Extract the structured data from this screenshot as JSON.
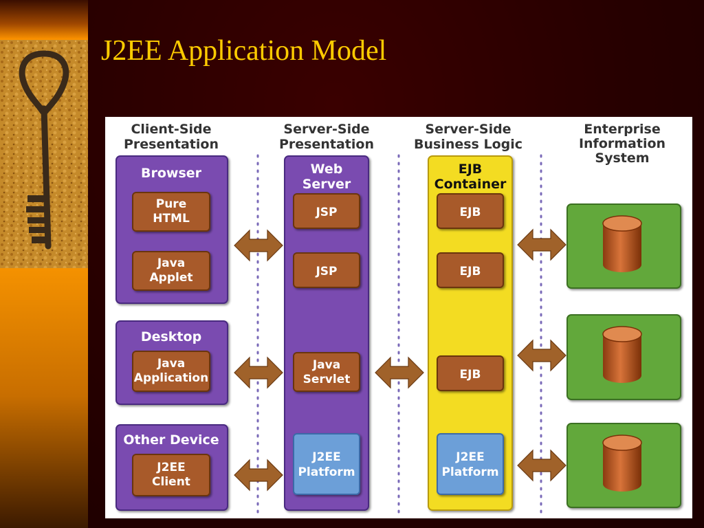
{
  "slide": {
    "title": "J2EE Application Model"
  },
  "diagram": {
    "headers": {
      "client": [
        "Client-Side",
        "Presentation"
      ],
      "server": [
        "Server-Side",
        "Presentation"
      ],
      "business": [
        "Server-Side",
        "Business Logic"
      ],
      "eis": [
        "Enterprise",
        "Information",
        "System"
      ]
    },
    "browser": {
      "title": "Browser",
      "html": [
        "Pure",
        "HTML"
      ],
      "applet": [
        "Java",
        "Applet"
      ]
    },
    "desktop": {
      "title": "Desktop",
      "app": [
        "Java",
        "Application"
      ]
    },
    "other": {
      "title": "Other Device",
      "client": [
        "J2EE",
        "Client"
      ]
    },
    "web_server": {
      "title": [
        "Web",
        "Server"
      ],
      "jsp1": "JSP",
      "jsp2": "JSP",
      "servlet": [
        "Java",
        "Servlet"
      ],
      "platform": [
        "J2EE",
        "Platform"
      ]
    },
    "ejb_container": {
      "title": [
        "EJB",
        "Container"
      ],
      "ejb1": "EJB",
      "ejb2": "EJB",
      "ejb3": "EJB",
      "platform": [
        "J2EE",
        "Platform"
      ]
    },
    "colors": {
      "purple": "#7a4bb0",
      "yellow": "#f3dc22",
      "green": "#62a83a",
      "brown": "#a85a2a",
      "platform_blue": "#6c9fd8",
      "arrow": "#a0622a",
      "title": "#ffcc00"
    }
  }
}
